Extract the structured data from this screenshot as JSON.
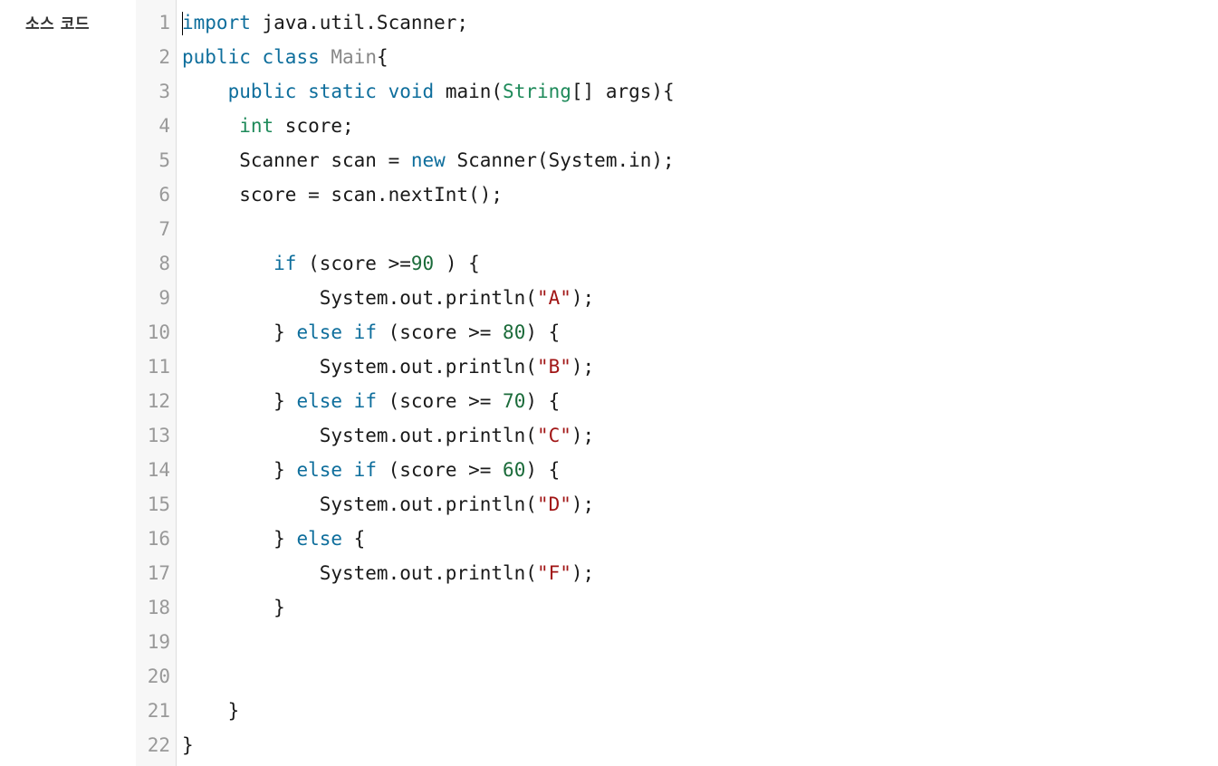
{
  "section_label": "소스 코드",
  "colors": {
    "keyword": "#0e6e9c",
    "type": "#1e8a5a",
    "class_name": "#888888",
    "number": "#1b6b3a",
    "string": "#a11616",
    "plain": "#1a1a1a",
    "line_number": "#999999"
  },
  "code_lines": [
    {
      "number": "1",
      "tokens": [
        {
          "t": "import",
          "c": "kw"
        },
        {
          "t": " java.util.Scanner;",
          "c": "plain"
        }
      ]
    },
    {
      "number": "2",
      "tokens": [
        {
          "t": "public",
          "c": "kw"
        },
        {
          "t": " ",
          "c": "plain"
        },
        {
          "t": "class",
          "c": "kw"
        },
        {
          "t": " ",
          "c": "plain"
        },
        {
          "t": "Main",
          "c": "cls"
        },
        {
          "t": "{",
          "c": "plain"
        }
      ]
    },
    {
      "number": "3",
      "tokens": [
        {
          "t": "    ",
          "c": "plain"
        },
        {
          "t": "public",
          "c": "kw"
        },
        {
          "t": " ",
          "c": "plain"
        },
        {
          "t": "static",
          "c": "kw"
        },
        {
          "t": " ",
          "c": "plain"
        },
        {
          "t": "void",
          "c": "kw"
        },
        {
          "t": " main(",
          "c": "plain"
        },
        {
          "t": "String",
          "c": "type"
        },
        {
          "t": "[] args){",
          "c": "plain"
        }
      ]
    },
    {
      "number": "4",
      "tokens": [
        {
          "t": "     ",
          "c": "plain"
        },
        {
          "t": "int",
          "c": "type"
        },
        {
          "t": " score;",
          "c": "plain"
        }
      ]
    },
    {
      "number": "5",
      "tokens": [
        {
          "t": "     Scanner scan = ",
          "c": "plain"
        },
        {
          "t": "new",
          "c": "kw"
        },
        {
          "t": " Scanner(System.in);",
          "c": "plain"
        }
      ]
    },
    {
      "number": "6",
      "tokens": [
        {
          "t": "     score = scan.nextInt();",
          "c": "plain"
        }
      ]
    },
    {
      "number": "7",
      "tokens": []
    },
    {
      "number": "8",
      "tokens": [
        {
          "t": "        ",
          "c": "plain"
        },
        {
          "t": "if",
          "c": "kw"
        },
        {
          "t": " (score >=",
          "c": "plain"
        },
        {
          "t": "90",
          "c": "num"
        },
        {
          "t": " ) {",
          "c": "plain"
        }
      ]
    },
    {
      "number": "9",
      "tokens": [
        {
          "t": "            System.out.println(",
          "c": "plain"
        },
        {
          "t": "\"A\"",
          "c": "str"
        },
        {
          "t": ");",
          "c": "plain"
        }
      ]
    },
    {
      "number": "10",
      "tokens": [
        {
          "t": "        } ",
          "c": "plain"
        },
        {
          "t": "else",
          "c": "kw"
        },
        {
          "t": " ",
          "c": "plain"
        },
        {
          "t": "if",
          "c": "kw"
        },
        {
          "t": " (score >= ",
          "c": "plain"
        },
        {
          "t": "80",
          "c": "num"
        },
        {
          "t": ") {",
          "c": "plain"
        }
      ]
    },
    {
      "number": "11",
      "tokens": [
        {
          "t": "            System.out.println(",
          "c": "plain"
        },
        {
          "t": "\"B\"",
          "c": "str"
        },
        {
          "t": ");",
          "c": "plain"
        }
      ]
    },
    {
      "number": "12",
      "tokens": [
        {
          "t": "        } ",
          "c": "plain"
        },
        {
          "t": "else",
          "c": "kw"
        },
        {
          "t": " ",
          "c": "plain"
        },
        {
          "t": "if",
          "c": "kw"
        },
        {
          "t": " (score >= ",
          "c": "plain"
        },
        {
          "t": "70",
          "c": "num"
        },
        {
          "t": ") {",
          "c": "plain"
        }
      ]
    },
    {
      "number": "13",
      "tokens": [
        {
          "t": "            System.out.println(",
          "c": "plain"
        },
        {
          "t": "\"C\"",
          "c": "str"
        },
        {
          "t": ");",
          "c": "plain"
        }
      ]
    },
    {
      "number": "14",
      "tokens": [
        {
          "t": "        } ",
          "c": "plain"
        },
        {
          "t": "else",
          "c": "kw"
        },
        {
          "t": " ",
          "c": "plain"
        },
        {
          "t": "if",
          "c": "kw"
        },
        {
          "t": " (score >= ",
          "c": "plain"
        },
        {
          "t": "60",
          "c": "num"
        },
        {
          "t": ") {",
          "c": "plain"
        }
      ]
    },
    {
      "number": "15",
      "tokens": [
        {
          "t": "            System.out.println(",
          "c": "plain"
        },
        {
          "t": "\"D\"",
          "c": "str"
        },
        {
          "t": ");",
          "c": "plain"
        }
      ]
    },
    {
      "number": "16",
      "tokens": [
        {
          "t": "        } ",
          "c": "plain"
        },
        {
          "t": "else",
          "c": "kw"
        },
        {
          "t": " {",
          "c": "plain"
        }
      ]
    },
    {
      "number": "17",
      "tokens": [
        {
          "t": "            System.out.println(",
          "c": "plain"
        },
        {
          "t": "\"F\"",
          "c": "str"
        },
        {
          "t": ");",
          "c": "plain"
        }
      ]
    },
    {
      "number": "18",
      "tokens": [
        {
          "t": "        }",
          "c": "plain"
        }
      ]
    },
    {
      "number": "19",
      "tokens": []
    },
    {
      "number": "20",
      "tokens": []
    },
    {
      "number": "21",
      "tokens": [
        {
          "t": "    }",
          "c": "plain"
        }
      ]
    },
    {
      "number": "22",
      "tokens": [
        {
          "t": "}",
          "c": "plain"
        }
      ]
    }
  ]
}
